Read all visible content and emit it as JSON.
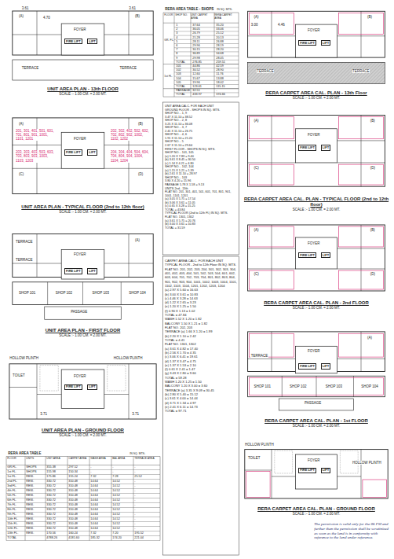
{
  "diagram": {
    "nodes": [
      {
        "text": [
          "UNIT AREA PLAN - 13th FLOOR",
          "SCALE :- 1.00 CM. = 2.00 MT."
        ]
      },
      {
        "text": [
          "FIRE LIFT"
        ],
        "in": 0
      },
      {
        "text": [
          "LIFT"
        ],
        "in": 0
      },
      {
        "text": [
          "UNIT AREA PLAN - TYPICAL FLOOR (2nd to 12th floor)",
          "SCALE :- 1.00 CM. = 2.00 MT."
        ]
      },
      {
        "text": [
          "FIRE LIFT"
        ],
        "in": 3
      },
      {
        "text": [
          "LIFT"
        ],
        "in": 3
      },
      {
        "text": [
          "UNIT AREA PLAN - FIRST FLOOR",
          "SCALE :- 1.00 CM. = 2.00 MT."
        ]
      },
      {
        "text": [
          "FIRE LIFT"
        ],
        "in": 6
      },
      {
        "text": [
          "LIFT"
        ],
        "in": 6
      },
      {
        "text": [
          "UNIT AREA PLAN - GROUND FLOOR",
          "SCALE :- 1.00 CM. = 2.00 MT."
        ]
      },
      {
        "text": [
          "FIRE LIFT"
        ],
        "in": 9
      },
      {
        "text": [
          "LIFT"
        ],
        "in": 9
      },
      {
        "text": [
          "RERA CARPET AREA CAL. PLAN - 13th Floor",
          "SCALE :- 1.00 CM. = 2.00 MT."
        ]
      },
      {
        "text": [
          "FIRE LIFT"
        ],
        "in": 12
      },
      {
        "text": [
          "LIFT"
        ],
        "in": 12
      },
      {
        "text": [
          "RERA CARPET AREA CAL. PLAN - TYPICAL FLOOR (2nd to 12th floor)",
          "SCALE :- 1.00 CM. = 2.00 MT."
        ]
      },
      {
        "text": [
          "FIRE LIFT"
        ],
        "in": 15
      },
      {
        "text": [
          "LIFT"
        ],
        "in": 15
      },
      {
        "text": [
          "RERA CARPET AREA CAL. PLAN - 2nd FLOOR",
          "SCALE :- 1.00 CM. = 2.00 MT."
        ]
      },
      {
        "text": [
          "FIRE LIFT"
        ],
        "in": 18
      },
      {
        "text": [
          "LIFT"
        ],
        "in": 18
      },
      {
        "text": [
          "RERA CARPET AREA CAL. PLAN - 1st FLOOR",
          "SCALE :- 1.00 CM. = 2.00 MT."
        ]
      },
      {
        "text": [
          "FIRE LIFT"
        ],
        "in": 21
      },
      {
        "text": [
          "LIFT"
        ],
        "in": 21
      },
      {
        "text": [
          "RERA CARPET AREA CAL. PLAN - GROUND FLOOR",
          "SCALE :- 1.00 CM. = 2.00 MT."
        ]
      },
      {
        "text": [
          "FIRE LIFT"
        ],
        "in": 24
      },
      {
        "text": [
          "LIFT"
        ],
        "in": 24
      }
    ],
    "labels": [
      "(A)",
      "(B)",
      "FOYER",
      "TERRACE",
      "TERRACE",
      "3.61",
      "3.61",
      "4.70",
      "(A)",
      "(B)",
      "(C)",
      "(D)",
      "FOYER",
      "201, 301, 401, 501, 601, 701, 801, 901, 1001, 1101, 1201",
      "202, 302, 402, 502, 602, 702, 802, 902, 1002, 1102, 1202",
      "203, 303, 403, 503, 603, 703, 803, 903, 1003, 1103, 1203",
      "204, 304, 404, 504, 604, 704, 804, 904, 1004, 1104, 1204",
      "(A)",
      "TERRACE",
      "FOYER",
      "SHOP 101",
      "SHOP 102",
      "SHOP 103",
      "SHOP 104",
      "PASSAGE",
      "TERRACE",
      "HOLLOW PLINTH",
      "HOLLOW PLINTH",
      "TOILET",
      "FOYER",
      "3.71",
      "3.71",
      "(A)",
      "(B)",
      "FOYER",
      "TERRACE",
      "TERRACE",
      "3.00",
      "4.46",
      "(A)",
      "(B)",
      "(C)",
      "(D)",
      "FOYER",
      "(A)",
      "(B)",
      "(C)",
      "(D)",
      "FOYER",
      "(A)",
      "TERRACE",
      "FOYER",
      "SHOP 101",
      "SHOP 102",
      "SHOP 103",
      "SHOP 104",
      "PASSAGE",
      "HOLLOW PLINTH",
      "HOLLOW PLINTH",
      "TOILET",
      "FOYER",
      "RERA AREA TABLE - SHOPS",
      "IN SQ. MTS.",
      "FLOOR",
      "SHOP NO.",
      "UNIT CARPET AREA",
      "RERA CARPET AREA",
      "GR. FL.",
      "1st FL.",
      "1",
      "37.64",
      "35.20",
      "2",
      "36.05",
      "33.06",
      "3",
      "26.79",
      "25.12",
      "4",
      "21.28",
      "20.13",
      "5",
      "28.11",
      "26.88",
      "6",
      "29.96",
      "28.19",
      "7",
      "30.15",
      "28.20",
      "8",
      "36.89",
      "34.68",
      "9",
      "29.98",
      "28.05",
      "TOTAL",
      "276.85",
      "259.51",
      "101",
      "44.86",
      "42.59",
      "102",
      "30.52",
      "28.90",
      "103",
      "12.60",
      "11.76",
      "104",
      "15.67",
      "13.88",
      "105",
      "19.96",
      "18.02",
      "TOTAL",
      "123.61",
      "115.15",
      "PASSAGE",
      "32.51",
      "-",
      "TOTAL",
      "433.97",
      "374.66",
      "UNIT AREA CALC. FOR EACH UNIT",
      "GROUND FLOOR - SHOPS IN SQ. MTS.",
      "SHOP NO. - 1, 9",
      "3.47 X 11.10 = 38.52",
      "SHOP NO. - 2, 8",
      "3.25 X 11.10 = 36.08",
      "SHOP NO. - 3, 7",
      "2.41 X 11.10 = 26.75",
      "SHOP NO. - 4, 6",
      "1.91 X 11.10 = 21.20",
      "SHOP NO. - 5",
      "2.67 X 11.10 = 29.64",
      "FIRST FLOOR - SHOPS IN SQ. MTS.",
      "SHOP NO. - 101, 105",
      "(a) 1.20 X 7.83 = 9.40",
      "(b) 3.61 X 8.45 = 30.50",
      "(c) 1.14 X 4.21 = 4.80",
      "SHOP NO. - 102, 104",
      "(a) 1.15 X 1.21 = 1.39",
      "(b) 2.61 X 11.10 = 28.97",
      "SHOP NO. - 103",
      "3.80 X 4.20 = 15.96",
      "PASSAGE 5.78 X 1.58 = 9.13",
      "UNITS 2nd - 13th",
      "FLAT NO. 201, 301, 401, 501, 601, 701, 801, 901, 1001, 1101, 1201",
      "(a) 3.05 X 5.75 = 17.54",
      "(b) 3.06 X 3.61 = 11.05",
      "(c) 4.65 X 3.28 = 15.25",
      "TOTAL = 43.84",
      "TYPICAL FLOOR (2nd to 12th Fl.) IN SQ. MTS.",
      "FLAT NO. 1301, 1302",
      "(a) 3.61 X 5.75 = 20.76",
      "(b) 3.00 X 3.61 = 10.83",
      "TOTAL = 31.59",
      "CARPET AREA CALC. FOR EACH UNIT",
      "TYPICAL FLOOR - 2nd to 12th Floor IN SQ. MTS.",
      "FLAT NO. 201, 202, 203, 204, 301, 302, 303, 304, 401, 402, 403, 404, 501, 502, 503, 504, 601, 602, 603, 604, 701, 702, 703, 704, 801, 802, 803, 804, 901, 902, 903, 904, 1001, 1002, 1003, 1004, 1101, 1102, 1103, 1104, 1201, 1202, 1203, 1204",
      "(a) 2.97 X 5.60 = 16.63",
      "(b) 3.00 X 3.61 = 10.83",
      "(c) 4.46 X 3.28 = 14.63",
      "(d) 1.22 X 2.65 = 3.23",
      "(e) 1.20 X 1.25 = 1.50",
      "(f) 0.90 X 1.13 = 1.02",
      "TOTAL = 47.84",
      "WASH 1.52 X 1.20 = 1.82",
      "BALCONY 1.50 X 1.21 = 1.82",
      "FLAT NO. 202, 203",
      "TERRACE (a) 1.66 X 1.20 = 1.99",
      "(b) 2.20 X 1.10 = 2.42",
      "TOTAL = 4.41",
      "FLAT NO. 1301, 1302",
      "(a) 3.61 X 4.82 = 17.40",
      "(b) 2.56 X 1.70 = 4.35",
      "(c) 3.06 X 6.41 = 19.61",
      "(d) 1.37 X 3.47 = 4.75",
      "(e) 1.37 X 1.53 = 2.10",
      "(f) 0.61 X 2.41 = 1.47",
      "(g) 3.43 X 2.80 = 9.60",
      "TOTAL = 59.28",
      "WASH 1.20 X 1.25 = 1.50",
      "BALCONY 1.20 X 3.00 = 3.60",
      "TERRACE (a) 3.35 X 9.09 = 30.45",
      "(b) 2.80 X 5.40 = 15.12",
      "(c) 3.61 X 4.00 = 14.44",
      "(d) 3.71 X 1.34 = 4.97",
      "(e) 2.41 X 6.11 = 14.73",
      "TOTAL = 97.71",
      "RERA AREA TABLE",
      "IN SQ. MTS.",
      "FLOOR",
      "UNITS",
      "UNIT AREA",
      "CARPET AREA",
      "WASH AREA",
      "BAL AREA",
      "TERRACE AREA",
      "GR.FL.",
      "SHOPS",
      "355.38",
      "297.52",
      "-",
      "-",
      "-",
      "1st FL.",
      "SHOPS",
      "155.98",
      "150.34",
      "-",
      "-",
      "-",
      "1st FL.",
      "RESI.",
      "175.86",
      "155.24",
      "7.32",
      "7.28",
      "25.52",
      "2nd FL.",
      "RESI.",
      "330.72",
      "310.48",
      "14.64",
      "14.52",
      "-",
      "3rd FL.",
      "RESI.",
      "330.72",
      "310.48",
      "14.64",
      "14.52",
      "-",
      "4th FL.",
      "RESI.",
      "330.72",
      "310.48",
      "14.64",
      "14.52",
      "-",
      "5th FL.",
      "RESI.",
      "330.72",
      "310.48",
      "14.64",
      "14.52",
      "-",
      "6th FL.",
      "RESI.",
      "330.72",
      "310.48",
      "14.64",
      "14.52",
      "-",
      "7th FL.",
      "RESI.",
      "330.72",
      "310.48",
      "14.64",
      "14.52",
      "-",
      "8th FL.",
      "RESI.",
      "330.72",
      "310.48",
      "14.64",
      "14.52",
      "-",
      "9th FL.",
      "RESI.",
      "330.72",
      "310.48",
      "14.64",
      "14.52",
      "-",
      "10th FL.",
      "RESI.",
      "330.72",
      "310.48",
      "14.64",
      "14.52",
      "-",
      "11th FL.",
      "RESI.",
      "330.72",
      "310.48",
      "14.64",
      "14.52",
      "-",
      "12th FL.",
      "RESI.",
      "330.72",
      "310.48",
      "14.64",
      "14.52",
      "-",
      "13th FL.",
      "RESI.",
      "170.56",
      "160.24",
      "7.32",
      "7.20",
      "195.52",
      "TOTAL",
      "4788.26",
      "4181.60",
      "185.32",
      "174.20",
      "221.04",
      "The permission is valid only for the 06 FSI and further than the permission shall be scrutinized as soon as the land is in conformity with reference to the land under reference."
    ]
  }
}
